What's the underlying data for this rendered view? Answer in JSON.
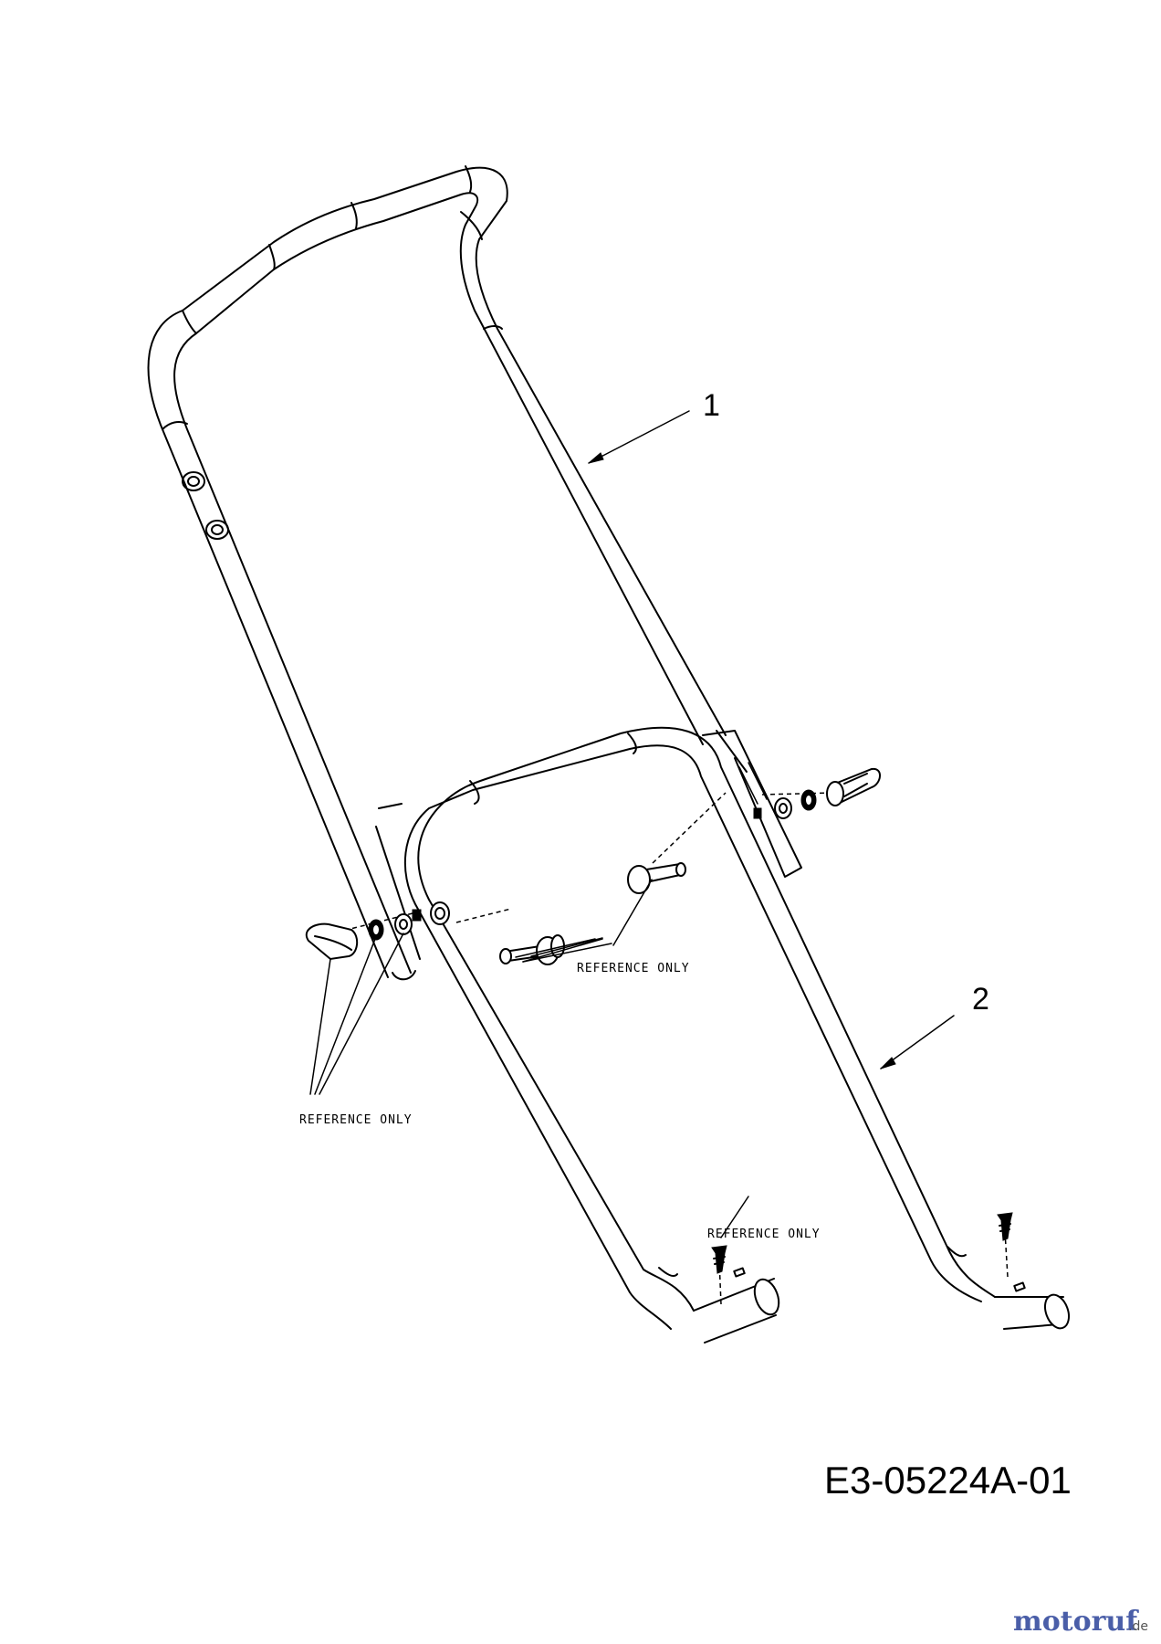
{
  "diagram": {
    "callouts": [
      {
        "id": "1",
        "label": "1"
      },
      {
        "id": "2",
        "label": "2"
      }
    ],
    "reference_notes": {
      "center": "REFERENCE ONLY",
      "left": "REFERENCE ONLY",
      "bottom": "REFERENCE ONLY"
    },
    "drawing_code": "E3-05224A-01"
  },
  "watermark": {
    "brand_main": "motoruf",
    "brand_suffix": ".de",
    "colors": {
      "primary": "#4a5ea8",
      "accent": "#e07a1f"
    }
  }
}
